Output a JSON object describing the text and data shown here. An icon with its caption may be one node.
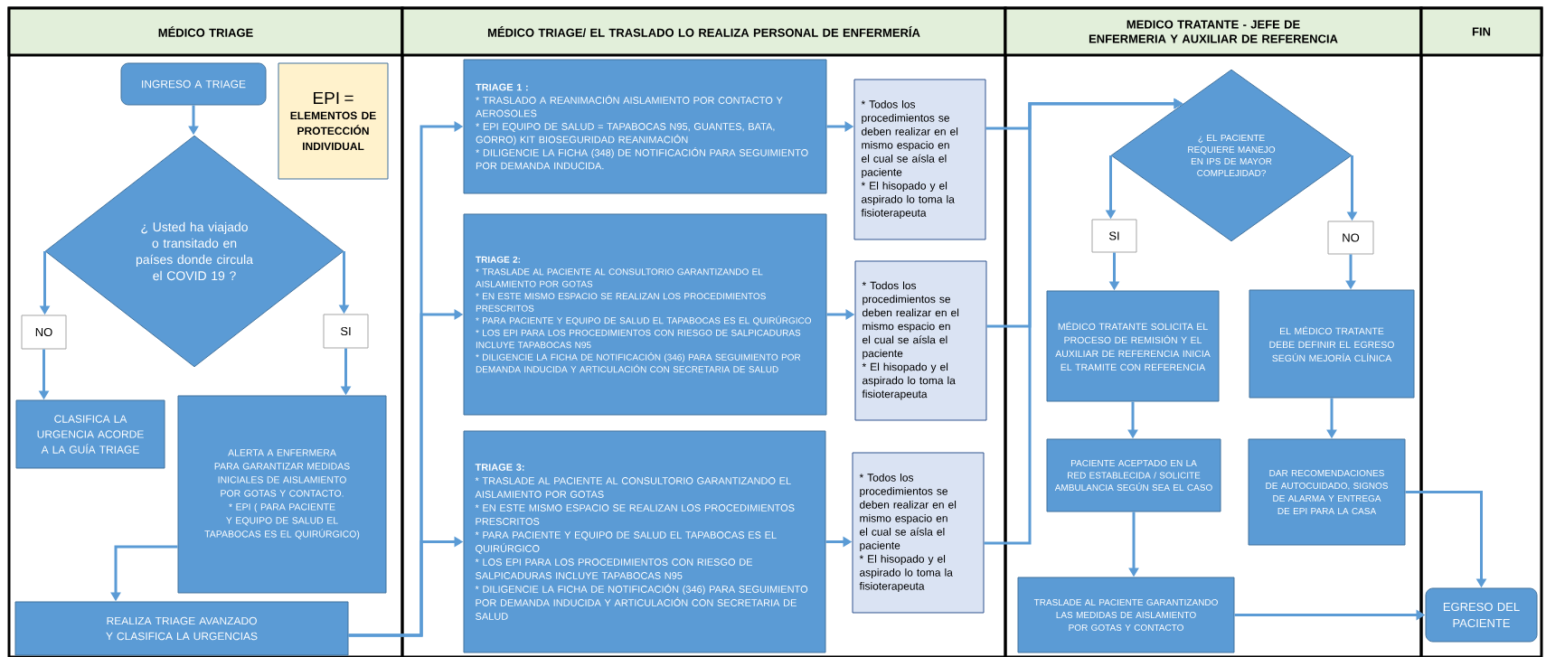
{
  "diagram": {
    "nodes": [
      {
        "text": [
          "MÉDICO TRIAGE"
        ]
      },
      {
        "text": [
          "INGRESO A TRIAGE"
        ],
        "in": 0
      },
      {
        "text": [
          "EPI =",
          "ELEMENTOS DE PROTECCIÓN INDIVIDUAL"
        ],
        "in": 0
      },
      {
        "text": [
          "¿ Usted ha viajado o transitado en países donde circula el COVID 19 ?"
        ],
        "in": 0
      },
      {
        "text": [
          "NO"
        ],
        "in": 0
      },
      {
        "text": [
          "SI"
        ],
        "in": 0
      },
      {
        "text": [
          "CLASIFICA LA URGENCIA ACORDE A LA GUÍA TRIAGE"
        ],
        "in": 0
      },
      {
        "text": [
          "ALERTA A ENFERMERA PARA GARANTIZAR MEDIDAS INICIALES DE AISLAMIENTO POR GOTAS Y CONTACTO.",
          "* EPI ( PARA PACIENTE Y EQUIPO DE SALUD EL TAPABOCAS ES EL QUIRÚRGICO)"
        ],
        "in": 0
      },
      {
        "text": [
          "REALIZA TRIAGE AVANZADO Y CLASIFICA LA URGENCIAS"
        ],
        "in": 0
      },
      {
        "text": [
          "MÉDICO TRIAGE/ EL TRASLADO LO REALIZA PERSONAL DE ENFERMERÍA"
        ]
      },
      {
        "text": [
          "TRIAGE 1 :",
          "* TRASLADO A REANIMACIÓN AISLAMIENTO POR CONTACTO Y AEROSOLES",
          "* EPI EQUIPO DE SALUD = TAPABOCAS N95, GUANTES, BATA, GORRO) KIT BIOSEGURIDAD REANIMACIÓN",
          "* DILIGENCIE LA FICHA (348) DE NOTIFICACIÓN PARA SEGUIMIENTO POR DEMANDA INDUCIDA."
        ],
        "in": 9
      },
      {
        "text": [
          "* Todos los procedimientos se deben realizar en el mismo espacio en el cual se aísla el paciente",
          "* El hisopado y el aspirado lo toma la fisioterapeuta"
        ],
        "in": 9
      },
      {
        "text": [
          "TRIAGE 2:",
          "* TRASLADE AL PACIENTE AL CONSULTORIO GARANTIZANDO EL AISLAMIENTO POR GOTAS",
          "* EN ESTE MISMO ESPACIO SE REALIZAN LOS PROCEDIMIENTOS PRESCRITOS",
          "* PARA PACIENTE Y EQUIPO DE SALUD EL TAPABOCAS ES EL QUIRÚRGICO",
          "* LOS EPI PARA LOS PROCEDIMIENTOS CON RIESGO DE SALPICADURAS INCLUYE TAPABOCAS N95",
          "* DILIGENCIE LA FICHA DE NOTIFICACIÓN (346) PARA SEGUIMIENTO POR DEMANDA INDUCIDA Y ARTICULACIÓN CON SECRETARIA DE SALUD"
        ],
        "in": 9
      },
      {
        "text": [
          "* Todos los procedimientos se deben realizar en el mismo espacio en el cual se aísla el paciente",
          "* El hisopado y el aspirado lo toma la fisioterapeuta"
        ],
        "in": 9
      },
      {
        "text": [
          "TRIAGE 3:",
          "* TRASLADE AL PACIENTE AL CONSULTORIO GARANTIZANDO EL AISLAMIENTO POR GOTAS",
          "* EN ESTE MISMO ESPACIO SE REALIZAN LOS PROCEDIMIENTOS PRESCRITOS",
          "* PARA PACIENTE Y EQUIPO DE SALUD EL TAPABOCAS ES EL QUIRÚRGICO",
          "* LOS EPI PARA LOS PROCEDIMIENTOS CON RIESGO DE SALPICADURAS INCLUYE TAPABOCAS N95",
          "* DILIGENCIE LA FICHA DE NOTIFICACIÓN (346) PARA SEGUIMIENTO POR DEMANDA INDUCIDA Y ARTICULACIÓN CON SECRETARIA DE SALUD"
        ],
        "in": 9
      },
      {
        "text": [
          "* Todos los procedimientos se deben realizar en el mismo espacio en el cual se aísla el paciente",
          "* El hisopado y el aspirado lo toma la fisioterapeuta"
        ],
        "in": 9
      },
      {
        "text": [
          "MEDICO TRATANTE - JEFE DE ENFERMERIA Y AUXILIAR DE REFERENCIA"
        ]
      },
      {
        "text": [
          "¿ EL PACIENTE REQUIERE MANEJO EN IPS DE MAYOR COMPLEJIDAD?"
        ],
        "in": 16
      },
      {
        "text": [
          "SI"
        ],
        "in": 16
      },
      {
        "text": [
          "NO"
        ],
        "in": 16
      },
      {
        "text": [
          "MÉDICO TRATANTE SOLICITA EL PROCESO DE REMISIÓN Y EL AUXILIAR DE REFERENCIA INICIA EL TRAMITE CON REFERENCIA"
        ],
        "in": 16
      },
      {
        "text": [
          "EL MÉDICO TRATANTE DEBE DEFINIR EL EGRESO SEGÚN MEJORÍA CLÍNICA"
        ],
        "in": 16
      },
      {
        "text": [
          "PACIENTE ACEPTADO EN LA RED ESTABLECIDA / SOLICITE AMBULANCIA SEGÚN SEA EL CASO"
        ],
        "in": 16
      },
      {
        "text": [
          "DAR RECOMENDACIONES DE AUTOCUIDADO, SIGNOS DE ALARMA Y ENTREGA DE EPI PARA LA CASA"
        ],
        "in": 16
      },
      {
        "text": [
          "TRASLADE AL PACIENTE GARANTIZANDO LAS MEDIDAS DE AISLAMIENTO POR GOTAS Y CONTACTO"
        ],
        "in": 16
      },
      {
        "text": [
          "FIN"
        ]
      },
      {
        "text": [
          "EGRESO DEL PACIENTE"
        ],
        "in": 25
      }
    ],
    "edges": [
      {
        "from": 1,
        "to": 3,
        "arrow": "to"
      },
      {
        "from": 3,
        "to": 4,
        "arrow": "to"
      },
      {
        "from": 3,
        "to": 5,
        "arrow": "to"
      },
      {
        "from": 4,
        "to": 6,
        "arrow": "to"
      },
      {
        "from": 5,
        "to": 7,
        "arrow": "to"
      },
      {
        "from": 7,
        "to": 8,
        "arrow": "to"
      },
      {
        "from": 8,
        "to": 10,
        "arrow": "to"
      },
      {
        "from": 8,
        "to": 12,
        "arrow": "to"
      },
      {
        "from": 8,
        "to": 14,
        "arrow": "to"
      },
      {
        "from": 10,
        "to": 11,
        "arrow": "to"
      },
      {
        "from": 12,
        "to": 13,
        "arrow": "to"
      },
      {
        "from": 14,
        "to": 15,
        "arrow": "to"
      },
      {
        "from": 11,
        "to": 17,
        "arrow": "to"
      },
      {
        "from": 13,
        "to": 17,
        "arrow": "to"
      },
      {
        "from": 15,
        "to": 17,
        "arrow": "to"
      },
      {
        "from": 17,
        "to": 18,
        "arrow": "to"
      },
      {
        "from": 17,
        "to": 19,
        "arrow": "to"
      },
      {
        "from": 18,
        "to": 20,
        "arrow": "to"
      },
      {
        "from": 19,
        "to": 21,
        "arrow": "to"
      },
      {
        "from": 20,
        "to": 22,
        "arrow": "to"
      },
      {
        "from": 21,
        "to": 23,
        "arrow": "to"
      },
      {
        "from": 22,
        "to": 24,
        "arrow": "to"
      },
      {
        "from": 23,
        "to": 26,
        "arrow": "to"
      },
      {
        "from": 24,
        "to": 26,
        "arrow": "to"
      }
    ]
  }
}
